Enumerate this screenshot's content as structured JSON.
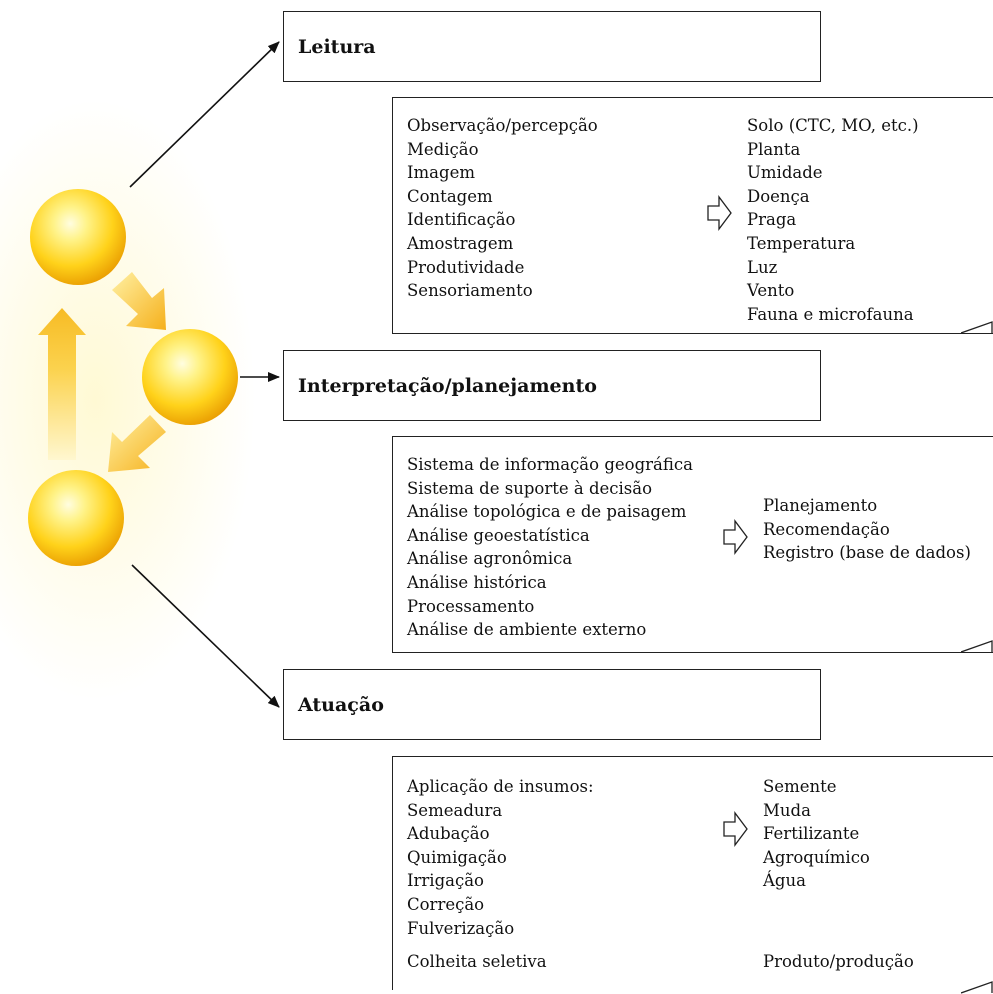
{
  "stages": [
    {
      "title": "Leitura",
      "left_items": [
        "Observação/percepção",
        "Medição",
        "Imagem",
        "Contagem",
        "Identificação",
        "Amostragem",
        "Produtividade",
        "Sensoriamento"
      ],
      "right_items": [
        "Solo (CTC, MO, etc.)",
        "Planta",
        "Umidade",
        "Doença",
        "Praga",
        "Temperatura",
        "Luz",
        "Vento",
        "Fauna e microfauna"
      ]
    },
    {
      "title": "Interpretação/planejamento",
      "left_items": [
        "Sistema de informação geográfica",
        "Sistema de suporte à decisão",
        "Análise topológica e de paisagem",
        "Análise geoestatística",
        "Análise agronômica",
        "Análise histórica",
        "Processamento",
        "Análise de ambiente externo"
      ],
      "right_items": [
        "Planejamento",
        "Recomendação",
        "Registro (base de dados)"
      ]
    },
    {
      "title": "Atuação",
      "left_items": [
        "Aplicação de insumos:",
        "Semeadura",
        "Adubação",
        "Quimigação",
        "Irrigação",
        "Correção",
        "Fulverização"
      ],
      "right_items": [
        "Semente",
        "Muda",
        "Fertilizante",
        "Agroquímico",
        "Água"
      ],
      "left_footer": "Colheita seletiva",
      "right_footer": "Produto/produção"
    }
  ],
  "colors": {
    "sphere_light": "#fff9b0",
    "sphere_mid": "#ffd21a",
    "sphere_dark": "#e79a00",
    "cycle_arrow": "#f9c325",
    "line": "#222222"
  }
}
